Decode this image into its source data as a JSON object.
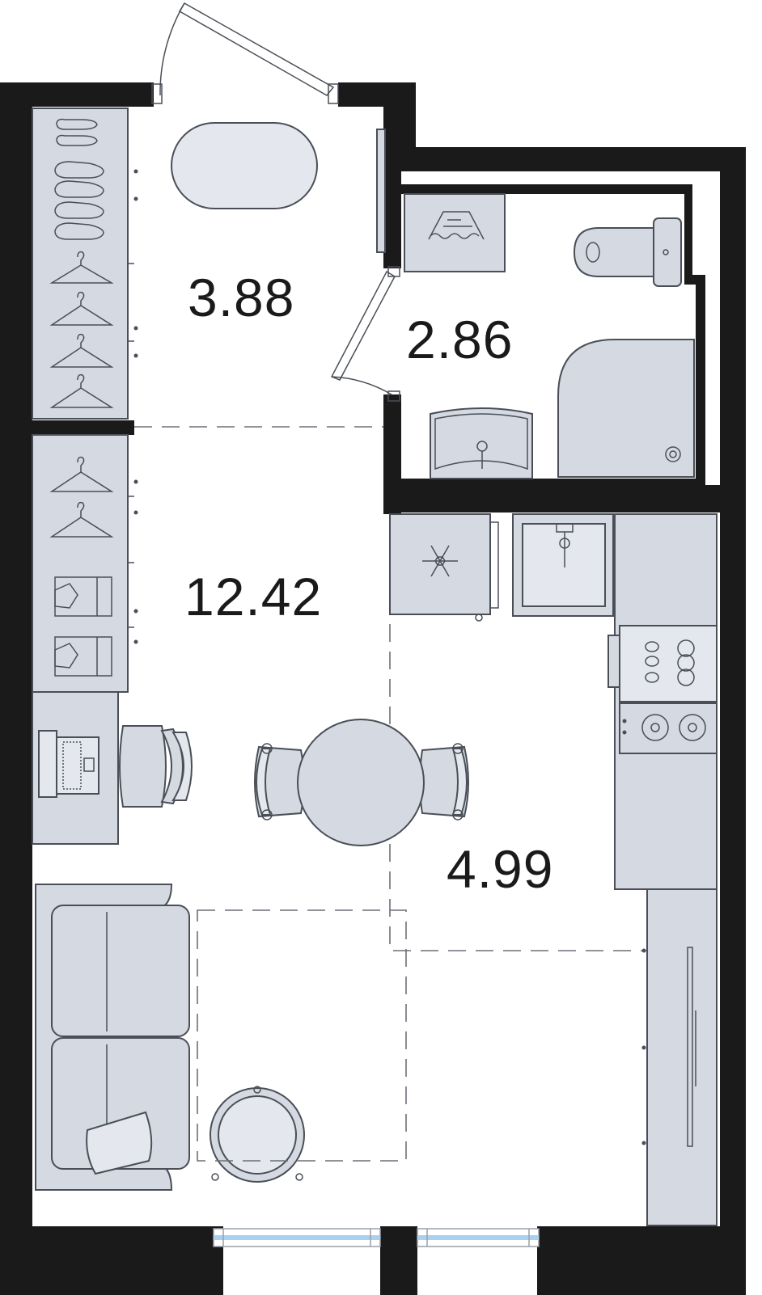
{
  "rooms": [
    {
      "id": "hallway",
      "area": "3.88"
    },
    {
      "id": "bathroom",
      "area": "2.86"
    },
    {
      "id": "living",
      "area": "12.42"
    },
    {
      "id": "kitchen",
      "area": "4.99"
    }
  ],
  "icons": [
    "shoe-icon",
    "hanger-icon",
    "shirt-icon",
    "snowflake-icon",
    "toilet-icon",
    "shower-icon",
    "sink-icon",
    "washing-machine-icon",
    "laptop-icon",
    "stove-icon",
    "sofa-icon",
    "table-icon",
    "chair-icon",
    "door-icon",
    "window-icon"
  ],
  "colors": {
    "wall": "#1a1a1a",
    "furniture": "#d4d9e2",
    "stroke": "#4a4f57",
    "window": "#a8d0f0"
  }
}
